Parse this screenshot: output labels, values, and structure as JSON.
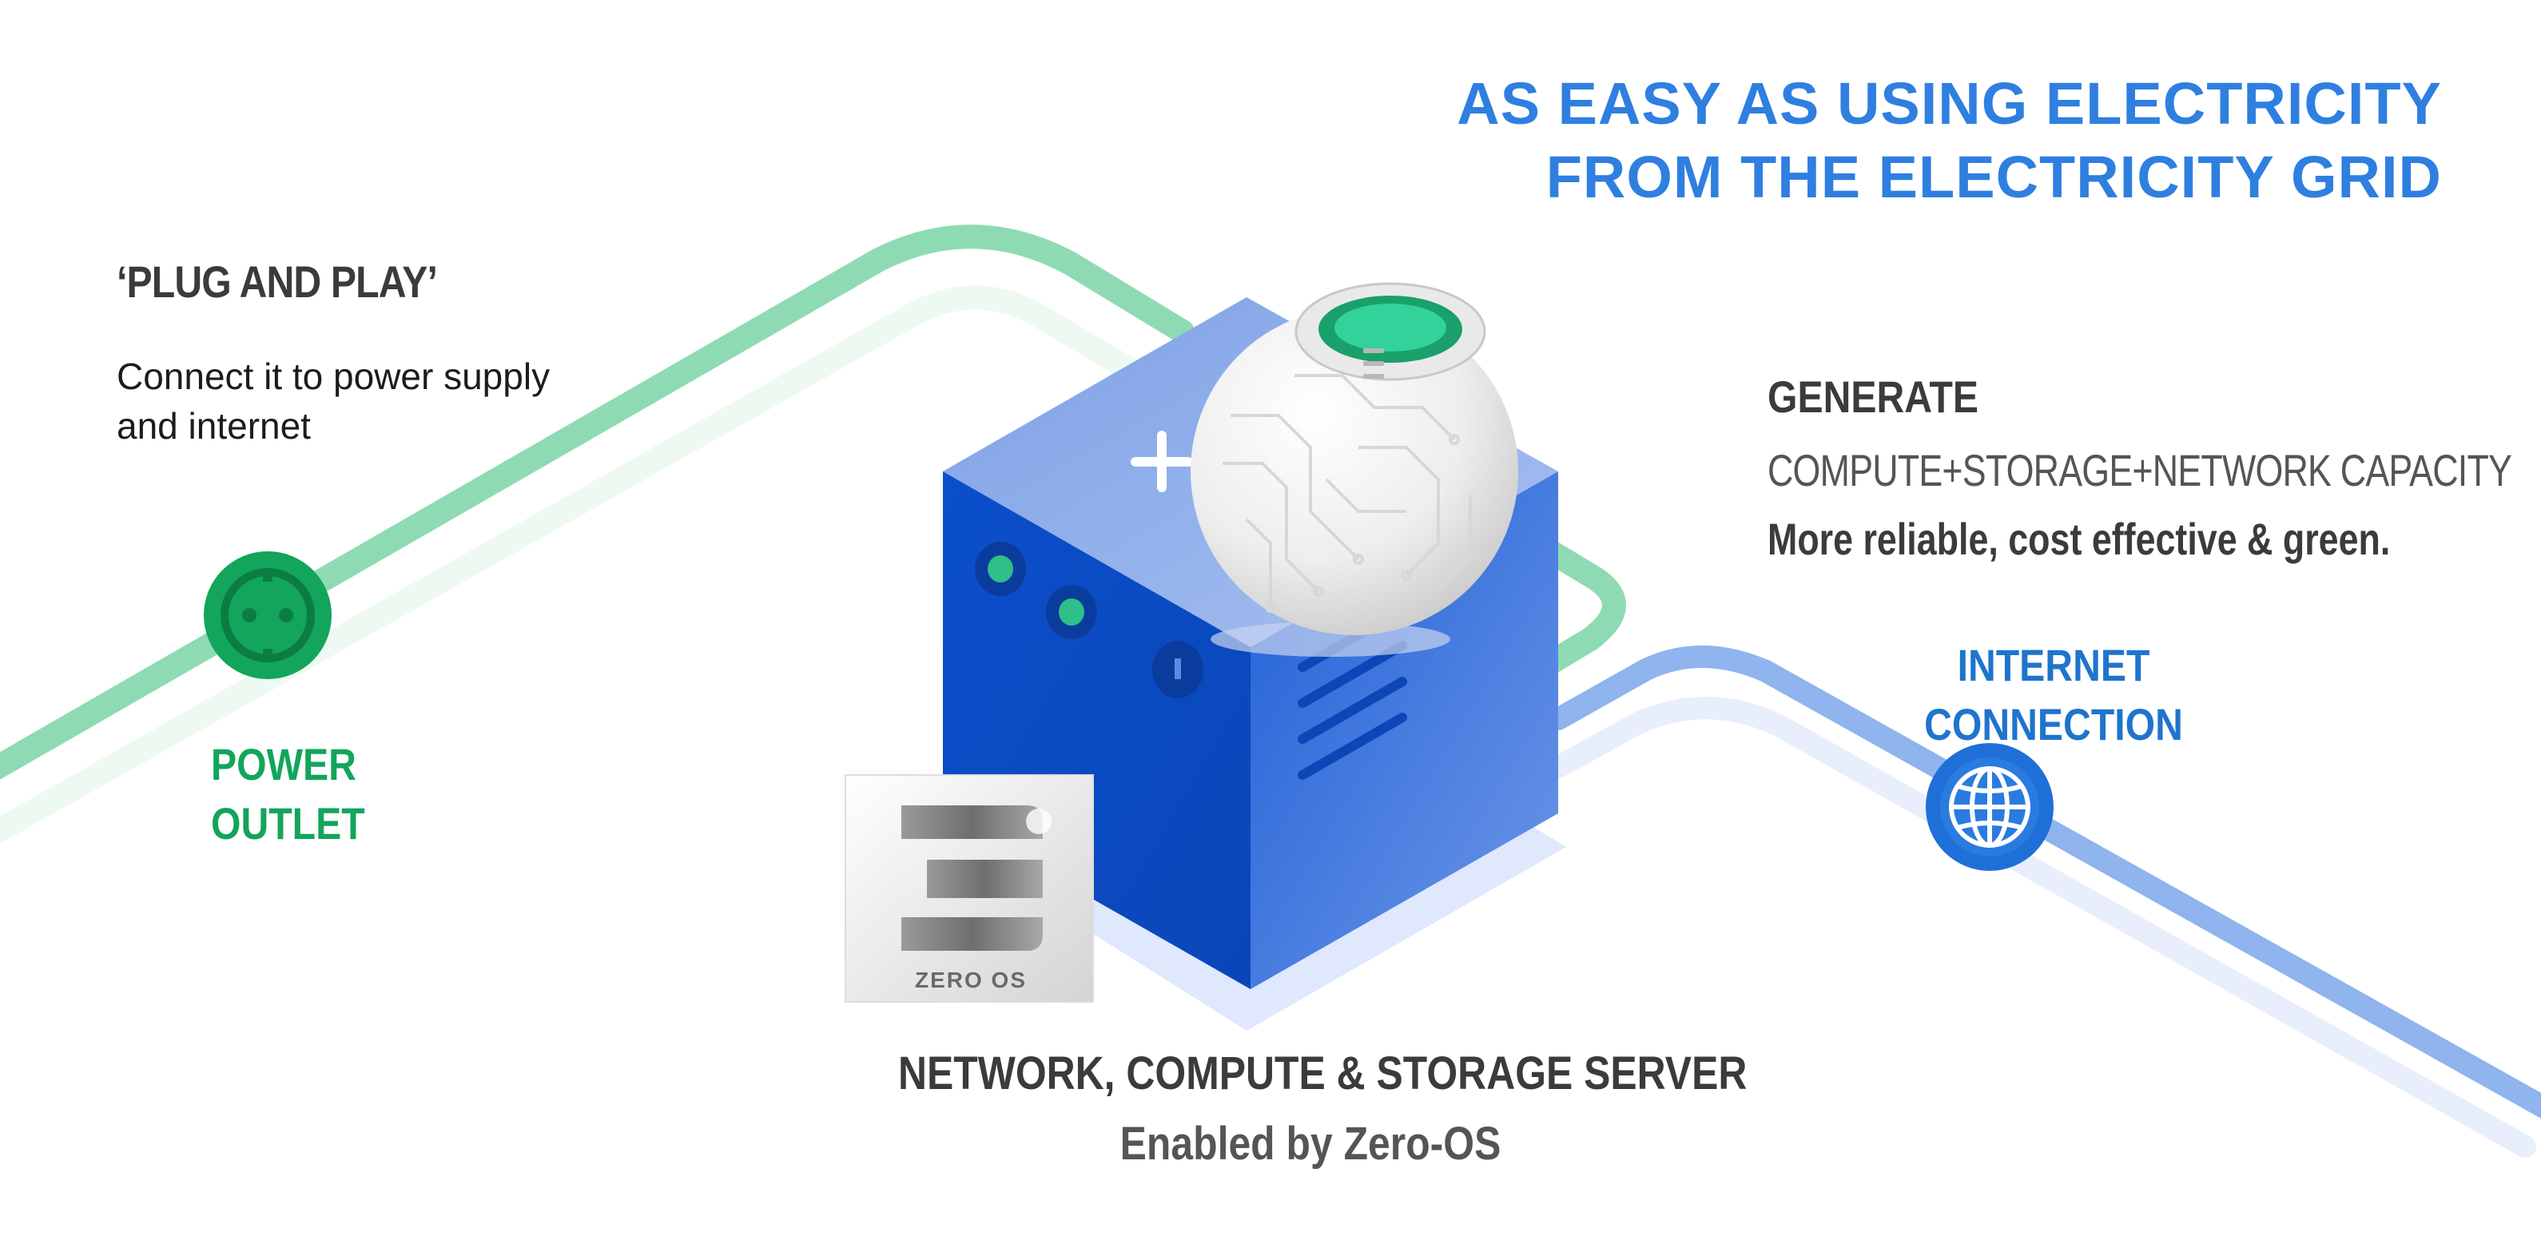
{
  "headline": {
    "line1": "AS EASY AS USING ELECTRICITY",
    "line2": "FROM THE ELECTRICITY GRID"
  },
  "plug_and_play": {
    "title": "‘PLUG AND PLAY’",
    "description_line1": "Connect it to power supply",
    "description_line2": "and internet"
  },
  "power_outlet": {
    "label_line1": "POWER",
    "label_line2": "OUTLET",
    "icon": "power-outlet-icon"
  },
  "generate": {
    "title": "GENERATE",
    "capacity": "COMPUTE+STORAGE+NETWORK CAPACITY",
    "tagline": "More reliable, cost effective & green."
  },
  "internet": {
    "label_line1": "INTERNET",
    "label_line2": "CONNECTION",
    "icon": "globe-icon"
  },
  "server": {
    "title": "NETWORK, COMPUTE & STORAGE SERVER",
    "subtitle": "Enabled by Zero-OS",
    "logo_text": "ZERO OS"
  },
  "colors": {
    "headline_blue": "#2f7fe0",
    "power_green": "#12a55b",
    "internet_blue": "#1f74cc",
    "green_line": "#8edbb3",
    "blue_line": "#8fb4ee",
    "server_blue": "#0a4fc8",
    "text_dark": "#3b3b3b"
  }
}
